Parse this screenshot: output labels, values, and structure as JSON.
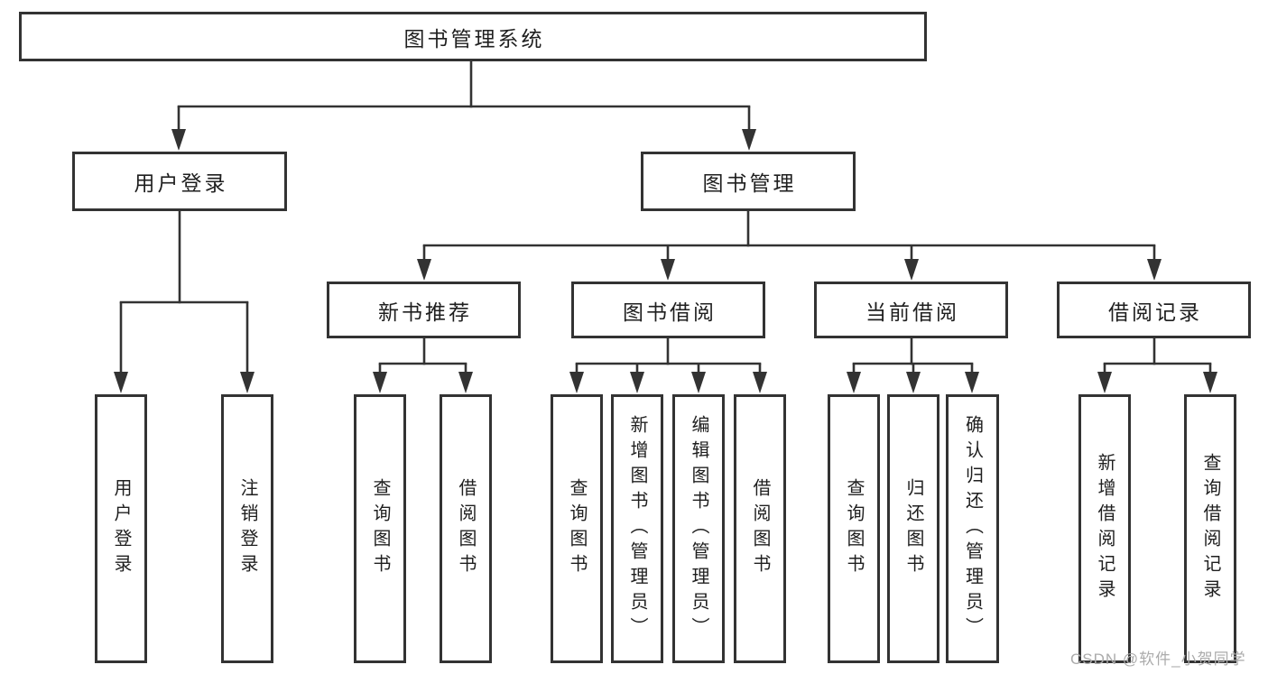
{
  "title": "图书管理系统",
  "tree": {
    "user_login": {
      "label": "用户登录",
      "children": [
        "用户登录",
        "注销登录"
      ]
    },
    "book_mgmt": {
      "label": "图书管理",
      "sections": {
        "new_book_rec": {
          "label": "新书推荐",
          "children": [
            "查询图书",
            "借阅图书"
          ]
        },
        "book_borrow": {
          "label": "图书借阅",
          "children": [
            "查询图书",
            "新增图书（管理员）",
            "编辑图书（管理员）",
            "借阅图书"
          ]
        },
        "current_borrow": {
          "label": "当前借阅",
          "children": [
            "查询图书",
            "归还图书",
            "确认归还（管理员）"
          ]
        },
        "borrow_records": {
          "label": "借阅记录",
          "children": [
            "新增借阅记录",
            "查询借阅记录"
          ]
        }
      }
    }
  },
  "watermark": "CSDN @软件_小贺同学",
  "colors": {
    "line": "#333333",
    "text": "#1f1f1f",
    "watermark": "#ababab",
    "background": "#ffffff"
  }
}
